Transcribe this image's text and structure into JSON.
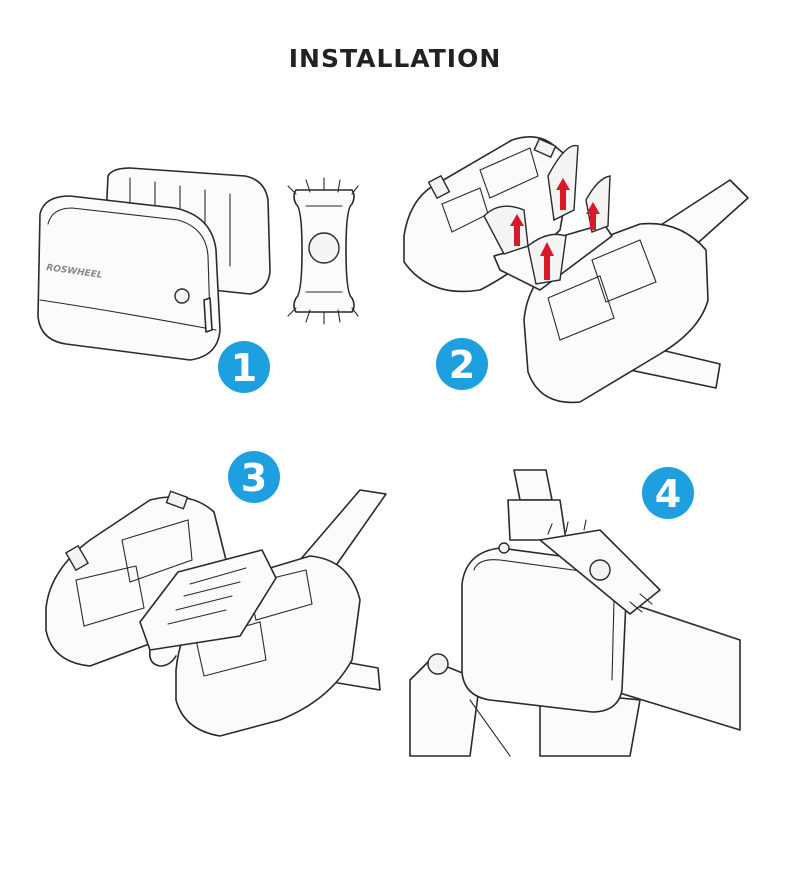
{
  "page": {
    "title": "INSTALLATION"
  },
  "illustration_brand": "ROSWHEEL",
  "steps": [
    {
      "number": "1"
    },
    {
      "number": "2"
    },
    {
      "number": "3"
    },
    {
      "number": "4"
    }
  ],
  "colors": {
    "badge": "#1ea0e0",
    "arrow": "#d7192a",
    "line": "#2a2a2a"
  }
}
